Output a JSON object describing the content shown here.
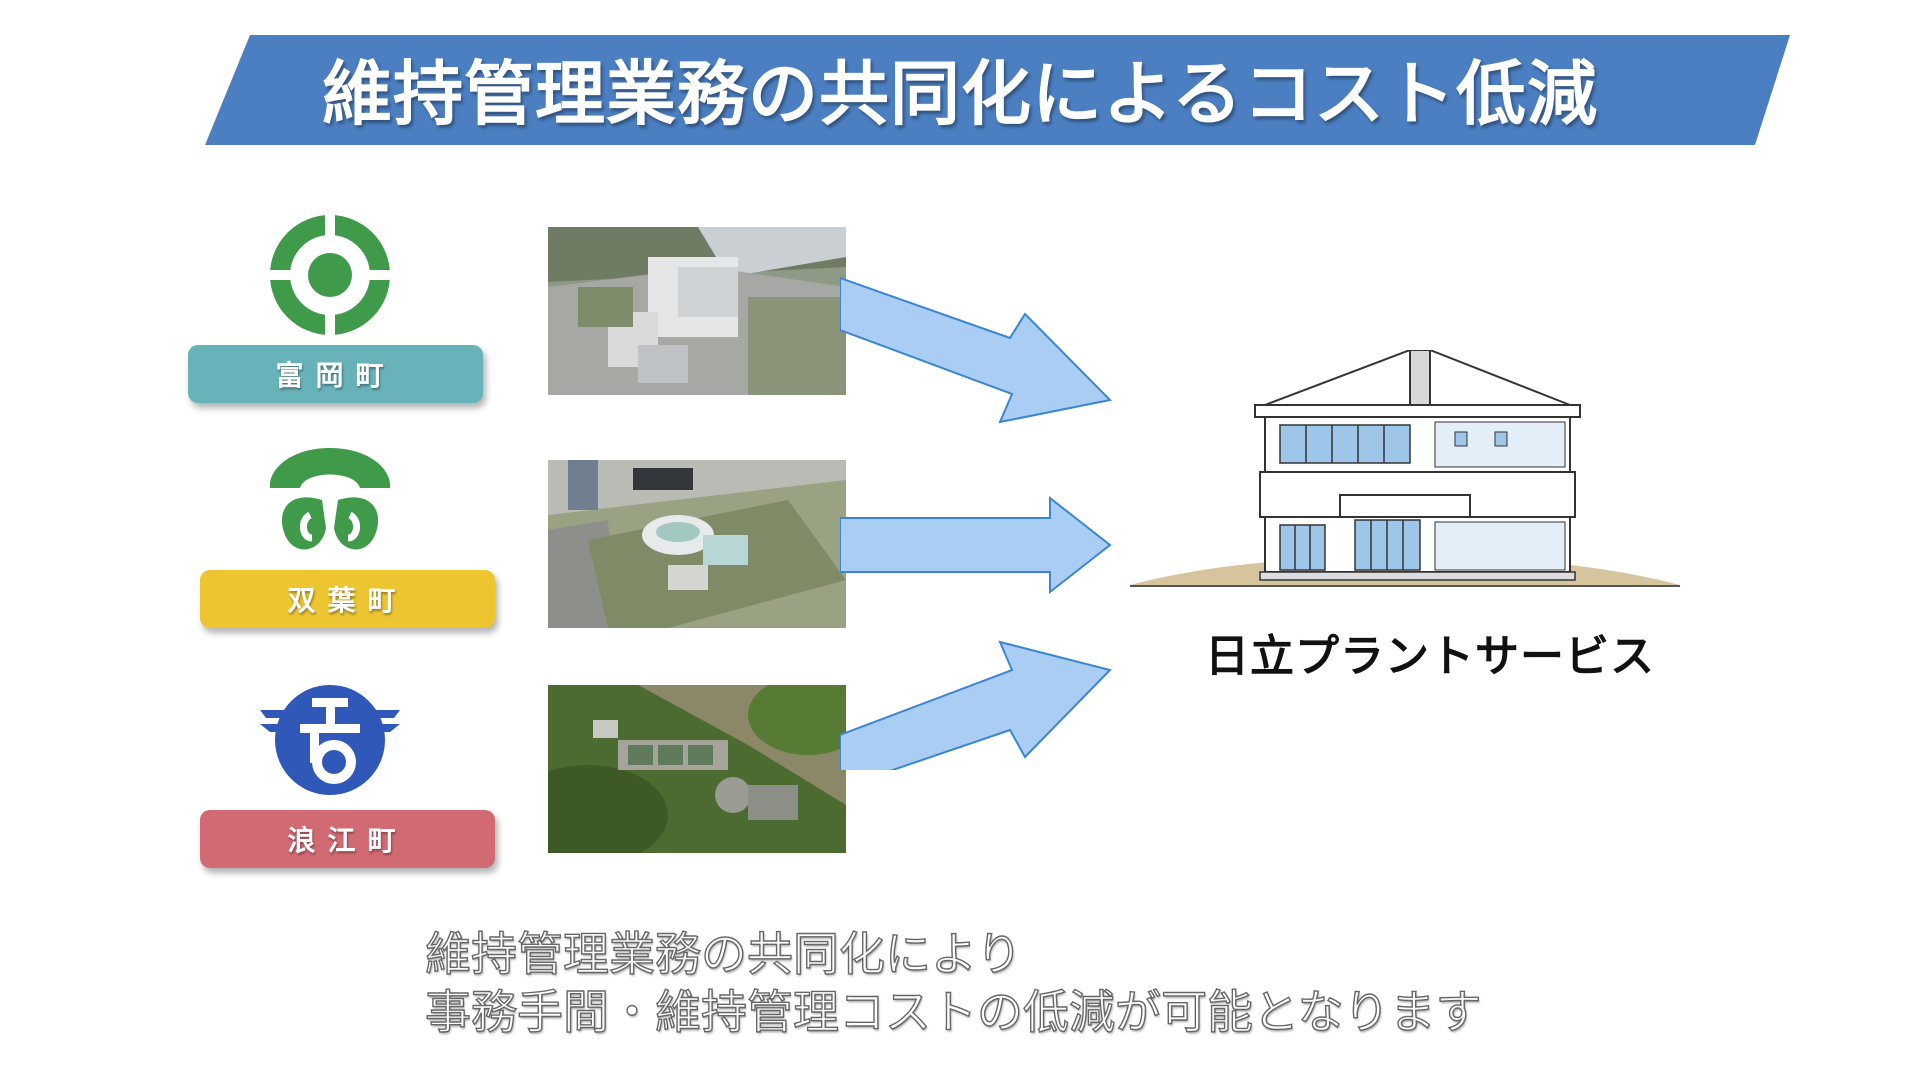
{
  "title": "維持管理業務の共同化によるコスト低減",
  "colors": {
    "banner": "#4b7fc2",
    "arrow_fill": "#a9cdf3",
    "arrow_stroke": "#3c86cf"
  },
  "towns": [
    {
      "name": "富岡町",
      "label_color": "#67b3b9",
      "emblem_color": "#3f9a4a",
      "emblem": "tomioka-emblem-icon"
    },
    {
      "name": "双葉町",
      "label_color": "#ecc530",
      "emblem_color": "#3f9a4a",
      "emblem": "futaba-emblem-icon"
    },
    {
      "name": "浪江町",
      "label_color": "#d26a73",
      "emblem_color": "#3058b8",
      "emblem": "namie-emblem-icon"
    }
  ],
  "company": "日立プラントサービス",
  "caption": {
    "line1": "維持管理業務の共同化により",
    "line2": "事務手間・維持管理コストの低減が可能となります"
  }
}
